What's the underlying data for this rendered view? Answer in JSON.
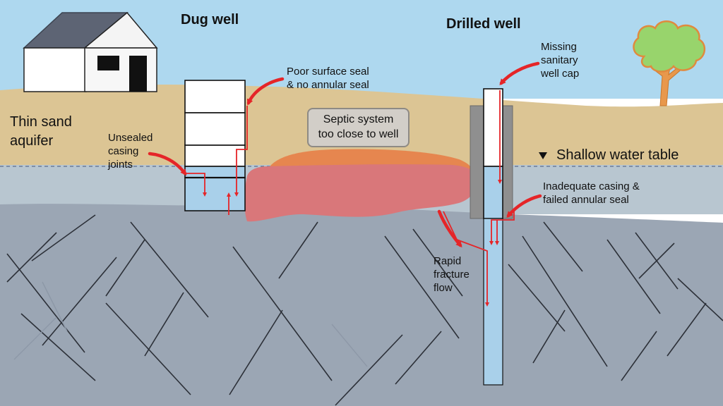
{
  "titles": {
    "dug_well": "Dug well",
    "drilled_well": "Drilled well"
  },
  "labels": {
    "thin_sand_aquifer": [
      "Thin sand",
      "aquifer"
    ],
    "unsealed_casing_joints": [
      "Unsealed",
      "casing",
      "joints"
    ],
    "poor_surface_seal": [
      "Poor surface seal",
      "& no annular seal"
    ],
    "septic_system": [
      "Septic system",
      "too close to well"
    ],
    "missing_cap": [
      "Missing",
      "sanitary",
      "well cap"
    ],
    "shallow_water_table": "Shallow water table",
    "inadequate_casing": [
      "Inadequate casing &",
      "failed annular seal"
    ],
    "rapid_fracture_flow": [
      "Rapid",
      "fracture",
      "flow"
    ]
  },
  "colors": {
    "sky": "#aed8ef",
    "sand": "#dcc594",
    "saturated": "#b8c6d0",
    "bedrock": "#9ba6b4",
    "plume": "#d9777a",
    "plume_edge": "#e6864f",
    "water": "#a9d0ea",
    "arrow": "#e52528",
    "tree_foliage": "#98d46c",
    "tree_outline": "#e08a3e",
    "roof": "#5d6474"
  },
  "icons": [
    "house-icon",
    "tree-icon",
    "water-table-marker-icon"
  ]
}
